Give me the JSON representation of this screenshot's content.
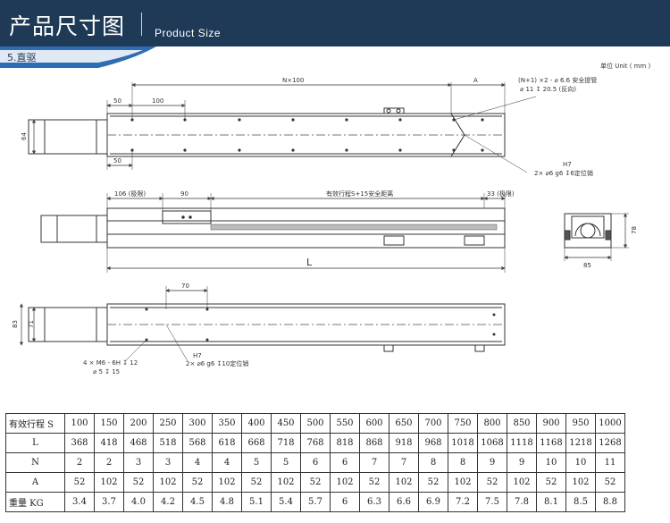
{
  "header": {
    "title_zh": "产品尺寸图",
    "title_en": "Product Size"
  },
  "drawing": {
    "section_tag": "5.直驱",
    "unit_label": "单位 Unit ( mm )",
    "top_view": {
      "dim_n100": "N×100",
      "dim_a": "A",
      "dim_50_top": "50",
      "dim_100": "100",
      "dim_50_bottom": "50",
      "dim_64": "64",
      "callout_holes_line1": "(N+1) ×2 - ⌀ 6.6 安全提管",
      "callout_holes_line2": "⌀ 11 ↧ 20.5 (反向)",
      "callout_pins_line1": "H7",
      "callout_pins_line2": "2× ⌀6 g6 ↧6定位销"
    },
    "side_view": {
      "dim_106": "106 (极限)",
      "dim_90": "90",
      "dim_stroke": "有效行程S+15安全距离",
      "dim_33": "33 (极限)",
      "dim_l": "L"
    },
    "end_view": {
      "dim_78": "78",
      "dim_85": "85"
    },
    "slider_view": {
      "dim_70": "70",
      "dim_83": "83",
      "dim_71": "71",
      "callout_thread_line1": "4 × M6 - 6H ↧ 12",
      "callout_thread_line2": "⌀ 5 ↧ 15",
      "callout_pin_line1": "H7",
      "callout_pin_line2": "2× ⌀6 g6 ↧10定位销"
    }
  },
  "table": {
    "rows": [
      {
        "label": "有效行程 S",
        "values": [
          "100",
          "150",
          "200",
          "250",
          "300",
          "350",
          "400",
          "450",
          "500",
          "550",
          "600",
          "650",
          "700",
          "750",
          "800",
          "850",
          "900",
          "950",
          "1000"
        ]
      },
      {
        "label": "L",
        "values": [
          "368",
          "418",
          "468",
          "518",
          "568",
          "618",
          "668",
          "718",
          "768",
          "818",
          "868",
          "918",
          "968",
          "1018",
          "1068",
          "1118",
          "1168",
          "1218",
          "1268"
        ]
      },
      {
        "label": "N",
        "values": [
          "2",
          "2",
          "3",
          "3",
          "4",
          "4",
          "5",
          "5",
          "6",
          "6",
          "7",
          "7",
          "8",
          "8",
          "9",
          "9",
          "10",
          "10",
          "11"
        ]
      },
      {
        "label": "A",
        "values": [
          "52",
          "102",
          "52",
          "102",
          "52",
          "102",
          "52",
          "102",
          "52",
          "102",
          "52",
          "102",
          "52",
          "102",
          "52",
          "102",
          "52",
          "102",
          "52"
        ]
      },
      {
        "label": "重量 KG",
        "values": [
          "3.4",
          "3.7",
          "4.0",
          "4.2",
          "4.5",
          "4.8",
          "5.1",
          "5.4",
          "5.7",
          "6",
          "6.3",
          "6.6",
          "6.9",
          "7.2",
          "7.5",
          "7.8",
          "8.1",
          "8.5",
          "8.8"
        ]
      }
    ]
  }
}
